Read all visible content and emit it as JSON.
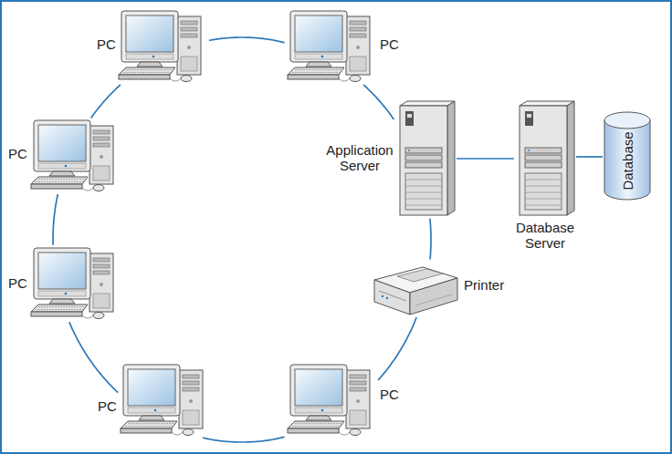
{
  "diagram": {
    "nodes": [
      {
        "text": [
          "PC"
        ]
      },
      {
        "text": [
          "PC"
        ]
      },
      {
        "text": [
          "PC"
        ]
      },
      {
        "text": [
          "PC"
        ]
      },
      {
        "text": [
          "Application Server"
        ]
      },
      {
        "text": [
          "Database Server"
        ]
      },
      {
        "text": [
          "Database"
        ]
      },
      {
        "text": [
          "Printer"
        ]
      },
      {
        "text": [
          "PC"
        ]
      },
      {
        "text": [
          "PC"
        ]
      }
    ],
    "edges": [
      {
        "from": 0,
        "to": 1,
        "arrow": "none"
      },
      {
        "from": 1,
        "to": 4,
        "arrow": "none"
      },
      {
        "from": 4,
        "to": 7,
        "arrow": "none"
      },
      {
        "from": 7,
        "to": 9,
        "arrow": "none"
      },
      {
        "from": 9,
        "to": 8,
        "arrow": "none"
      },
      {
        "from": 8,
        "to": 3,
        "arrow": "none"
      },
      {
        "from": 3,
        "to": 2,
        "arrow": "none"
      },
      {
        "from": 2,
        "to": 0,
        "arrow": "none"
      },
      {
        "from": 4,
        "to": 5,
        "arrow": "none"
      },
      {
        "from": 5,
        "to": 6,
        "arrow": "none"
      }
    ]
  }
}
